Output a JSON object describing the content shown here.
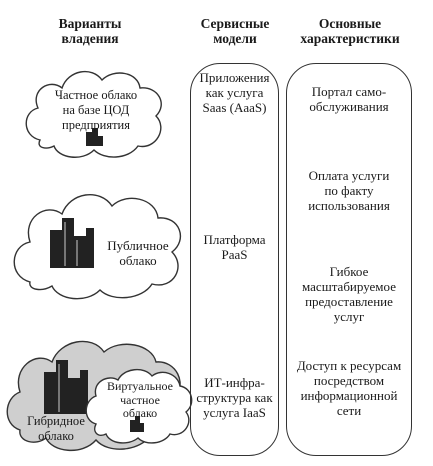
{
  "headers": {
    "ownership": [
      "Варианты",
      "владения"
    ],
    "service_models": [
      "Сервисные",
      "модели"
    ],
    "characteristics": [
      "Основные",
      "характеристики"
    ]
  },
  "clouds": {
    "private": [
      "Частное облако",
      "на базе ЦОД",
      "предприятия"
    ],
    "public": [
      "Публичное",
      "облако"
    ],
    "hybrid": [
      "Гибридное",
      "облако"
    ],
    "virtual_private": [
      "Виртуальное",
      "частное",
      "облако"
    ]
  },
  "service_models": {
    "saas": [
      "Приложения",
      "как услуга",
      "Saas (AaaS)"
    ],
    "paas": [
      "Платформа",
      "PaaS"
    ],
    "iaas": [
      "ИТ-инфра-",
      "структура как",
      "услуга IaaS"
    ]
  },
  "characteristics": {
    "self_service": [
      "Портал само-",
      "обслуживания"
    ],
    "pay_per_use": [
      "Оплата услуги",
      "по факту",
      "использования"
    ],
    "elastic": [
      "Гибкое",
      "масштабируемое",
      "предоставление",
      "услуг"
    ],
    "network_access": [
      "Доступ к ресурсам",
      "посредством",
      "информационной",
      "сети"
    ]
  },
  "colors": {
    "stroke": "#333333",
    "hybrid_fill": "#cfcfcf",
    "building": "#222222"
  }
}
